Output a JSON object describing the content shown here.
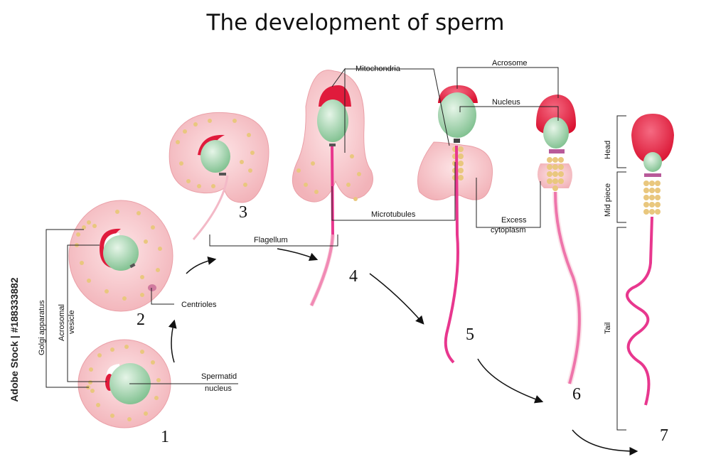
{
  "title": "The development of sperm",
  "stock_text": "Adobe Stock | #188333882",
  "stages": [
    "1",
    "2",
    "3",
    "4",
    "5",
    "6",
    "7"
  ],
  "labels": {
    "golgi": "Golgi apparatus",
    "acrosomal_1": "Acrosomal",
    "acrosomal_2": "vesicle",
    "spermatid_1": "Spermatid",
    "spermatid_2": "nucleus",
    "centrioles": "Centrioles",
    "flagellum": "Flagellum",
    "mitochondria": "Mitochondria",
    "microtubules": "Microtubules",
    "acrosome": "Acrosome",
    "nucleus": "Nucleus",
    "excess_1": "Excess",
    "excess_2": "cytoplasm",
    "head": "Head",
    "mid_piece": "Mid piece",
    "tail": "Tail"
  },
  "colors": {
    "cell": "#f6c2c6",
    "cell_edge": "#e9a3aa",
    "nucleus": "#9fd3ab",
    "acrosome": "#e01b3c",
    "granule": "#e9c77e",
    "flagellum": "#e8378e",
    "arrow": "#111111"
  }
}
